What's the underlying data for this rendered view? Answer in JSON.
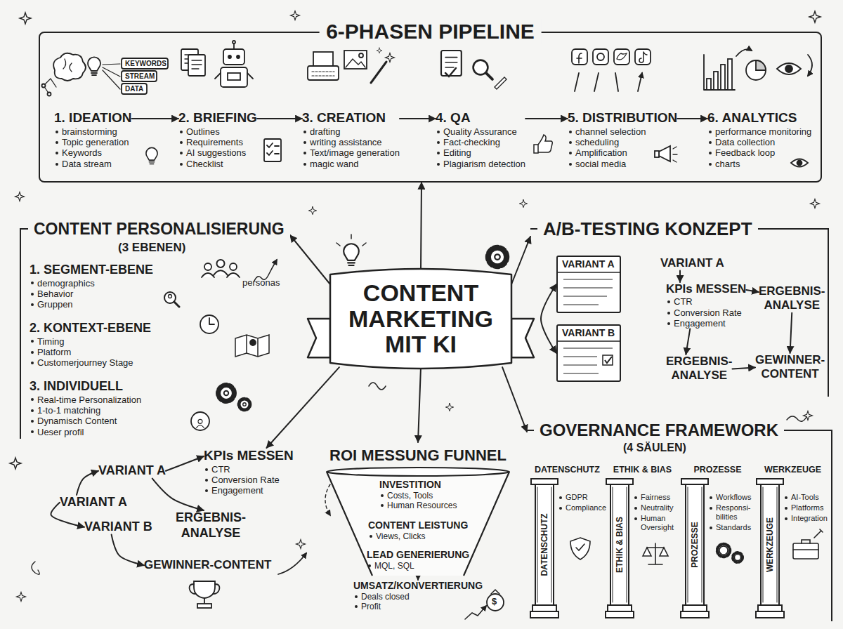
{
  "diagram": {
    "title": "CONTENT MARKETING MIT KI",
    "nodes": [
      {
        "text": [
          "6-PHASEN PIPELINE"
        ]
      },
      {
        "text": [
          "1. IDEATION",
          "brainstorming",
          "Topic generation",
          "Keywords",
          "Data stream"
        ],
        "in": 0
      },
      {
        "text": [
          "2. BRIEFING",
          "Outlines",
          "Requirements",
          "AI suggestions",
          "Checklist"
        ],
        "in": 0
      },
      {
        "text": [
          "3. CREATION",
          "drafting",
          "writing assistance",
          "Text/image generation",
          "magic wand"
        ],
        "in": 0
      },
      {
        "text": [
          "4. QA",
          "Quality Assurance",
          "Fact-checking",
          "Editing",
          "Plagiarism detection"
        ],
        "in": 0
      },
      {
        "text": [
          "5. DISTRIBUTION",
          "channel selection",
          "scheduling",
          "Amplification",
          "social media"
        ],
        "in": 0
      },
      {
        "text": [
          "6. ANALYTICS",
          "performance monitoring",
          "Data collection",
          "Feedback loop",
          "charts"
        ],
        "in": 0
      },
      {
        "text": [
          "CONTENT MARKETING MIT KI"
        ]
      },
      {
        "text": [
          "CONTENT PERSONALISIERUNG",
          "(3 EBENEN)"
        ]
      },
      {
        "text": [
          "1. SEGMENT-EBENE",
          "demographics",
          "Behavior",
          "Gruppen"
        ],
        "in": 8
      },
      {
        "text": [
          "2. KONTEXT-EBENE",
          "Timing",
          "Platform",
          "Customerjourney Stage"
        ],
        "in": 8
      },
      {
        "text": [
          "3. INDIVIDUELL",
          "Real-time Personalization",
          "1-to-1 matching",
          "Dynamisch Content",
          "Ueser profil"
        ],
        "in": 8
      },
      {
        "text": [
          "VARIANT A"
        ]
      },
      {
        "text": [
          "VARIANT A"
        ]
      },
      {
        "text": [
          "VARIANT B"
        ]
      },
      {
        "text": [
          "KPIs MESSEN",
          "CTR",
          "Conversion Rate",
          "Engagement"
        ]
      },
      {
        "text": [
          "ERGEBNIS- ANALYSE"
        ]
      },
      {
        "text": [
          "GEWINNER-CONTENT"
        ]
      },
      {
        "text": [
          "A/B-TESTING KONZEPT"
        ]
      },
      {
        "text": [
          "VARIANT A"
        ],
        "in": 18
      },
      {
        "text": [
          "VARIANT B"
        ],
        "in": 18
      },
      {
        "text": [
          "VARIANT A"
        ],
        "in": 18
      },
      {
        "text": [
          "KPIs MESSEN",
          "CTR",
          "Conversion Rate",
          "Engagement"
        ],
        "in": 18
      },
      {
        "text": [
          "ERGEBNIS- ANALYSE"
        ],
        "in": 18
      },
      {
        "text": [
          "ERGEBNIS- ANALYSE"
        ],
        "in": 18
      },
      {
        "text": [
          "GEWINNER- CONTENT"
        ],
        "in": 18
      },
      {
        "text": [
          "ROI MESSUNG FUNNEL"
        ]
      },
      {
        "text": [
          "INVESTITION",
          "Costs, Tools",
          "Human Resources"
        ],
        "in": 26
      },
      {
        "text": [
          "CONTENT LEISTUNG",
          "Views, Clicks"
        ],
        "in": 26
      },
      {
        "text": [
          "LEAD GENERIERUNG",
          "MQL, SQL"
        ],
        "in": 26
      },
      {
        "text": [
          "UMSATZ/KONVERTIERUNG",
          "Deals closed",
          "Profit"
        ],
        "in": 26
      },
      {
        "text": [
          "GOVERNANCE FRAMEWORK",
          "(4 SÄULEN)"
        ]
      },
      {
        "text": [
          "DATENSCHUTZ",
          "DATENSCHUTZ",
          "GDPR",
          "Compliance"
        ],
        "in": 31
      },
      {
        "text": [
          "ETHIK & BIAS",
          "ETHIK & BIAS",
          "Fairness",
          "Neutrality",
          "Human Oversight"
        ],
        "in": 31
      },
      {
        "text": [
          "PROZESSE",
          "PROZESSE",
          "Workflows",
          "Responsi- bilities",
          "Standards"
        ],
        "in": 31
      },
      {
        "text": [
          "WERKZEUGE",
          "WERKZEUGE",
          "AI-Tools",
          "Platforms",
          "Integration"
        ],
        "in": 31
      }
    ],
    "edges": [
      {
        "from": 1,
        "to": 2,
        "arrow": "to"
      },
      {
        "from": 2,
        "to": 3,
        "arrow": "to"
      },
      {
        "from": 3,
        "to": 4,
        "arrow": "to"
      },
      {
        "from": 4,
        "to": 5,
        "arrow": "to"
      },
      {
        "from": 5,
        "to": 6,
        "arrow": "to"
      },
      {
        "from": 7,
        "to": 0,
        "arrow": "to"
      },
      {
        "from": 7,
        "to": 8,
        "arrow": "to"
      },
      {
        "from": 7,
        "to": 18,
        "arrow": "to"
      },
      {
        "from": 7,
        "to": 15,
        "arrow": "to"
      },
      {
        "from": 7,
        "to": 26,
        "arrow": "to"
      },
      {
        "from": 7,
        "to": 31,
        "arrow": "to"
      },
      {
        "from": 12,
        "to": 13,
        "arrow": "to"
      },
      {
        "from": 12,
        "to": 14,
        "arrow": "to"
      },
      {
        "from": 13,
        "to": 15,
        "arrow": "to"
      },
      {
        "from": 13,
        "to": 16,
        "arrow": "to"
      },
      {
        "from": 14,
        "to": 17,
        "arrow": "to"
      },
      {
        "from": 19,
        "to": 20,
        "arrow": "both"
      },
      {
        "from": 21,
        "to": 22,
        "arrow": "to"
      },
      {
        "from": 22,
        "to": 23,
        "arrow": "to"
      },
      {
        "from": 22,
        "to": 24,
        "arrow": "to"
      },
      {
        "from": 24,
        "to": 25,
        "arrow": "to"
      },
      {
        "from": 23,
        "to": 25,
        "arrow": "to"
      },
      {
        "from": 27,
        "to": 28,
        "arrow": "to"
      },
      {
        "from": 28,
        "to": 29,
        "arrow": "to"
      },
      {
        "from": 29,
        "to": 30,
        "arrow": "to"
      }
    ],
    "labels": [
      "KEYWORDS",
      "STREAM",
      "DATA",
      "personas",
      "$"
    ]
  }
}
